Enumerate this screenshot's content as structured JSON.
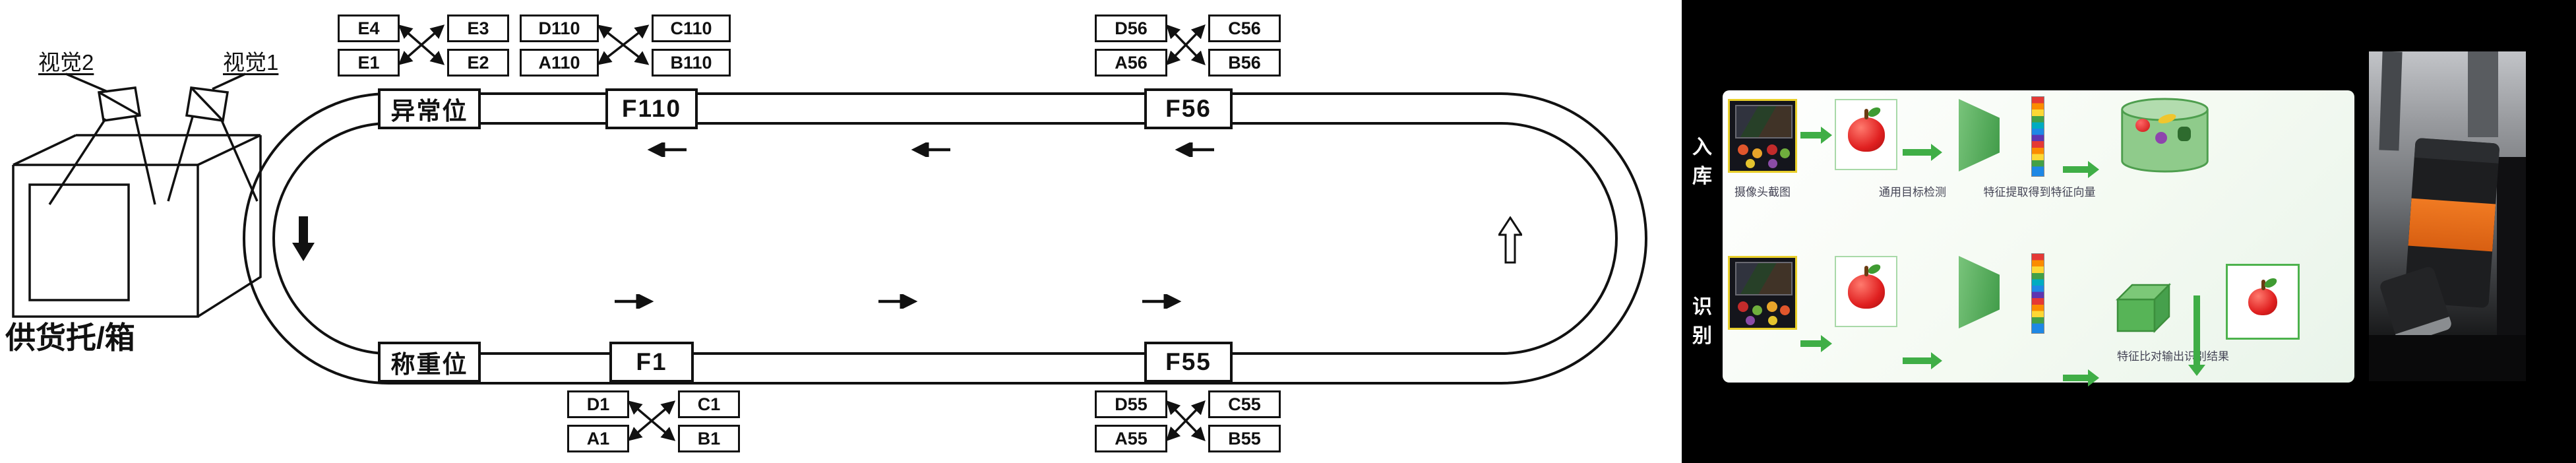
{
  "diagram": {
    "vision2_label": "视觉2",
    "vision1_label": "视觉1",
    "supply_label": "供货托/箱",
    "stations": {
      "abnormal": "异常位",
      "f110": "F110",
      "f56": "F56",
      "weighing": "称重位",
      "f1": "F1",
      "f55": "F55"
    },
    "clusters": {
      "e": {
        "tl": "E4",
        "tr": "E3",
        "bl": "E1",
        "br": "E2"
      },
      "c110": {
        "tl": "D110",
        "tr": "C110",
        "bl": "A110",
        "br": "B110"
      },
      "c56": {
        "tl": "D56",
        "tr": "C56",
        "bl": "A56",
        "br": "B56"
      },
      "c1": {
        "tl": "D1",
        "tr": "C1",
        "bl": "A1",
        "br": "B1"
      },
      "c55": {
        "tl": "D55",
        "tr": "C55",
        "bl": "A55",
        "br": "B55"
      }
    },
    "flow": {
      "top_track_direction": "left",
      "bottom_track_direction": "right",
      "left_side_direction": "down",
      "right_side_direction": "up"
    }
  },
  "pipeline": {
    "enroll_label": "入库",
    "recognize_label": "识别",
    "caption_camera": "摄像头截图",
    "caption_detection": "通用目标检测",
    "caption_feature": "特征提取得到特征向量",
    "caption_compare": "特征比对输出识别结果"
  },
  "colors": {
    "line_black": "#111111",
    "pipeline_green": "#3fae46",
    "thumb_border_yellow": "#e9cf2b",
    "camera_band_orange": "#e2681c"
  }
}
